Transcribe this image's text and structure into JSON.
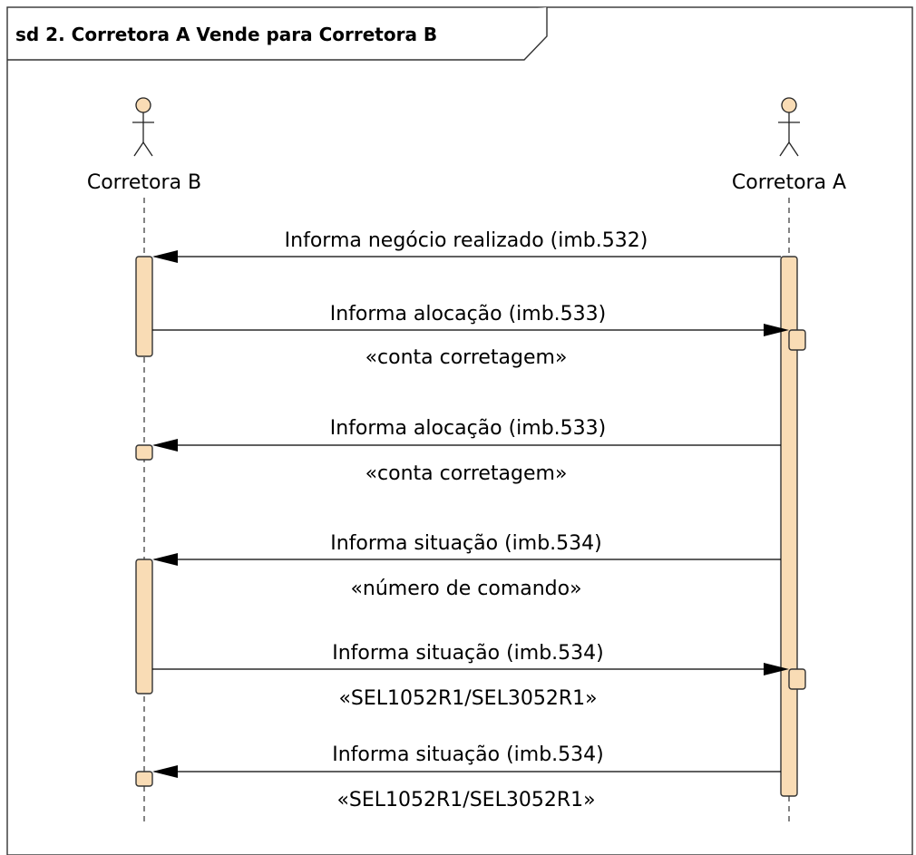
{
  "frame": {
    "title": "sd 2. Corretora A Vende para Corretora B"
  },
  "actors": [
    {
      "id": "corretora-b",
      "label": "Corretora B",
      "icon": "actor-stick-figure-icon"
    },
    {
      "id": "corretora-a",
      "label": "Corretora A",
      "icon": "actor-stick-figure-icon"
    }
  ],
  "messages": [
    {
      "label": "Informa negócio realizado (imb.532)",
      "from": "Corretora A",
      "to": "Corretora B",
      "guard": ""
    },
    {
      "label": "Informa alocação (imb.533)",
      "from": "Corretora B",
      "to": "Corretora A",
      "guard": "«conta corretagem»"
    },
    {
      "label": "Informa alocação (imb.533)",
      "from": "Corretora A",
      "to": "Corretora B",
      "guard": "«conta corretagem»"
    },
    {
      "label": "Informa situação (imb.534)",
      "from": "Corretora A",
      "to": "Corretora B",
      "guard": "«número de comando»"
    },
    {
      "label": "Informa situação (imb.534)",
      "from": "Corretora B",
      "to": "Corretora A",
      "guard": "«SEL1052R1/SEL3052R1»"
    },
    {
      "label": "Informa situação (imb.534)",
      "from": "Corretora A",
      "to": "Corretora B",
      "guard": "«SEL1052R1/SEL3052R1»"
    }
  ],
  "colors": {
    "activation_fill": "#f9dcb5",
    "line": "#000000",
    "background": "#ffffff"
  }
}
